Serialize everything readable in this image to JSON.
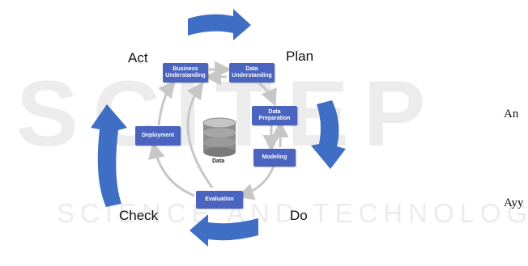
{
  "phases": {
    "act": "Act",
    "plan": "Plan",
    "do": "Do",
    "check": "Check"
  },
  "stages": {
    "business_understanding": "Business\nUnderstanding",
    "data_understanding": "Data\nUnderstanding",
    "data_preparation": "Data\nPreparation",
    "modeling": "Modeling",
    "evaluation": "Evaluation",
    "deployment": "Deployment"
  },
  "database_label": "Data",
  "side_text": {
    "line1": "An",
    "line2": "Ayy"
  },
  "watermark": {
    "line1": "SCITEP",
    "line2": "SCIENCE AND TECHNOLOGY"
  },
  "colors": {
    "box": "#4a64c0",
    "cycle_arrow": "#3f6fc4",
    "connector": "#c7c7c7",
    "watermark": "#ececec"
  }
}
